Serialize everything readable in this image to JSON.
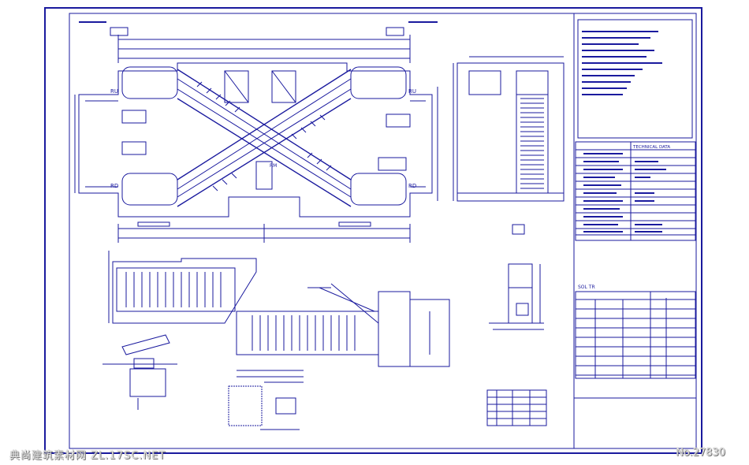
{
  "drawing": {
    "stroke_color": "#1a1a9e",
    "background_color": "#ffffff",
    "section_labels": {
      "left_upper": "RU",
      "right_upper": "RU",
      "left_lower": "RD",
      "right_lower": "RD",
      "center": "RM"
    }
  },
  "title_block": {
    "spec_header": "TECHNICAL DATA"
  },
  "bottom_table_header": "SOL TR",
  "watermark": {
    "left": "典尚建筑素材网 ZL.17SC.NET",
    "right": "No.27830"
  }
}
